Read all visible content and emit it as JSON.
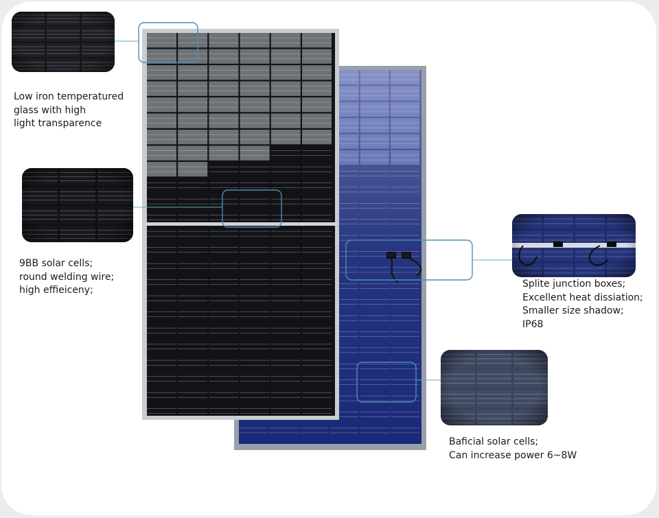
{
  "colors": {
    "front_frame": "#c9ccd0",
    "front_cell_dark": "#121316",
    "front_cell_glare": "#6e7176",
    "rear_frame": "#9aa0aa",
    "rear_cell": "#1a2a78",
    "rear_cell_light": "#4658a8",
    "callout_line": "#6aa8c4",
    "callout_box": "#4a8fb0"
  },
  "callouts": {
    "glass": {
      "icon": "glass-closeup-icon",
      "lines": [
        "Low iron temperatured",
        "glass with high",
        "light transparence"
      ]
    },
    "cells": {
      "icon": "solar-cell-closeup-icon",
      "lines": [
        "9BB solar cells;",
        "round welding wire;",
        "high effieiceny;"
      ]
    },
    "junction": {
      "icon": "junction-box-closeup-icon",
      "lines": [
        "Splite junction boxes;",
        "Excellent heat dissiation;",
        "Smaller size shadow;",
        "IP68"
      ]
    },
    "bifacial": {
      "icon": "bifacial-cell-closeup-icon",
      "lines": [
        "Baficial solar cells;",
        "Can increase power 6~8W"
      ]
    }
  }
}
